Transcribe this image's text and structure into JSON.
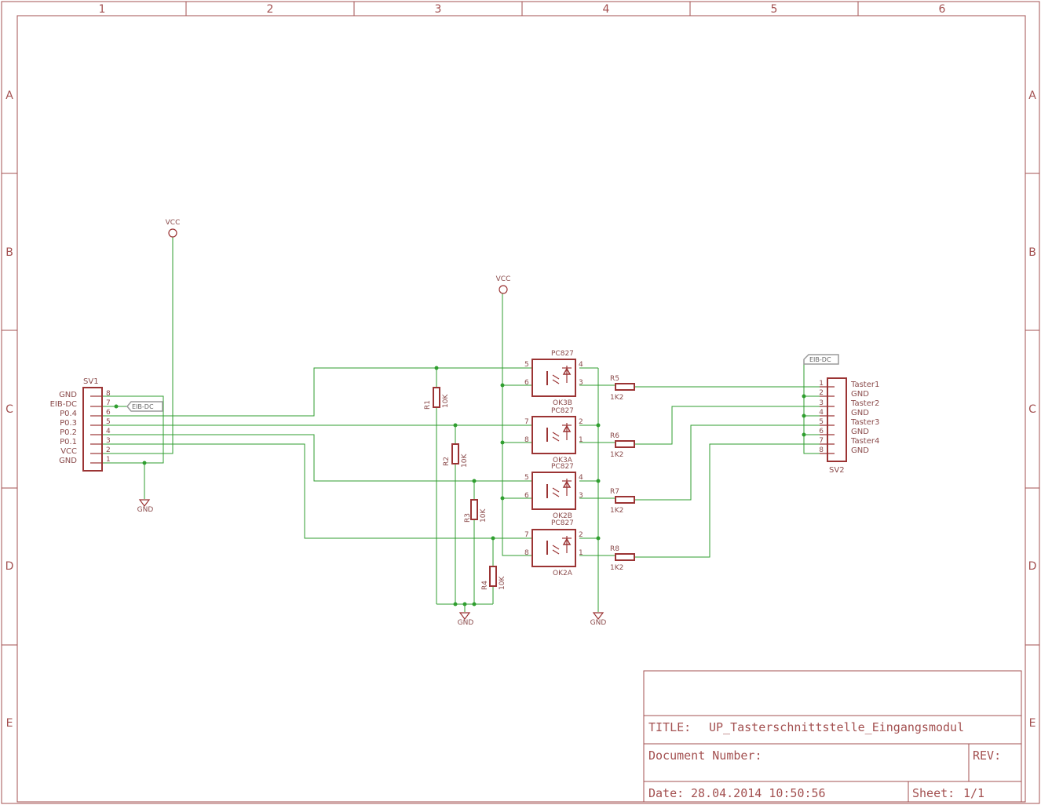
{
  "frame": {
    "columns": [
      "1",
      "2",
      "3",
      "4",
      "5",
      "6"
    ],
    "rows": [
      "A",
      "B",
      "C",
      "D",
      "E"
    ]
  },
  "supplies": {
    "vcc": "VCC",
    "gnd": "GND"
  },
  "sv1": {
    "name": "SV1",
    "pins": [
      {
        "num": "8",
        "label": "GND"
      },
      {
        "num": "7",
        "label": "EIB-DC"
      },
      {
        "num": "6",
        "label": "P0.4"
      },
      {
        "num": "5",
        "label": "P0.3"
      },
      {
        "num": "4",
        "label": "P0.2"
      },
      {
        "num": "3",
        "label": "P0.1"
      },
      {
        "num": "2",
        "label": "VCC"
      },
      {
        "num": "1",
        "label": "GND"
      }
    ],
    "flag": "EIB-DC"
  },
  "sv2": {
    "name": "SV2",
    "pins": [
      {
        "num": "1",
        "label": "Taster1"
      },
      {
        "num": "2",
        "label": "GND"
      },
      {
        "num": "3",
        "label": "Taster2"
      },
      {
        "num": "4",
        "label": "GND"
      },
      {
        "num": "5",
        "label": "Taster3"
      },
      {
        "num": "6",
        "label": "GND"
      },
      {
        "num": "7",
        "label": "Taster4"
      },
      {
        "num": "8",
        "label": "GND"
      }
    ],
    "flag": "EIB-DC"
  },
  "optos": [
    {
      "type": "PC827",
      "name": "OK3B",
      "p_an": "5",
      "p_cat": "6",
      "p_col": "4",
      "p_emi": "3"
    },
    {
      "type": "PC827",
      "name": "OK3A",
      "p_an": "7",
      "p_cat": "8",
      "p_col": "2",
      "p_emi": "1"
    },
    {
      "type": "PC827",
      "name": "OK2B",
      "p_an": "5",
      "p_cat": "6",
      "p_col": "4",
      "p_emi": "3"
    },
    {
      "type": "PC827",
      "name": "OK2A",
      "p_an": "7",
      "p_cat": "8",
      "p_col": "2",
      "p_emi": "1"
    }
  ],
  "pulldowns": [
    {
      "name": "R1",
      "value": "10K"
    },
    {
      "name": "R2",
      "value": "10K"
    },
    {
      "name": "R3",
      "value": "10K"
    },
    {
      "name": "R4",
      "value": "10K"
    }
  ],
  "series_resistors": [
    {
      "name": "R5",
      "value": "1K2"
    },
    {
      "name": "R6",
      "value": "1K2"
    },
    {
      "name": "R7",
      "value": "1K2"
    },
    {
      "name": "R8",
      "value": "1K2"
    }
  ],
  "title_block": {
    "title_label": "TITLE:",
    "title": "UP_Tasterschnittstelle_Eingangsmodul",
    "doc_label": "Document Number:",
    "rev_label": "REV:",
    "date_label": "Date:",
    "date": "28.04.2014 10:50:56",
    "sheet_label": "Sheet:",
    "sheet": "1/1"
  },
  "colors": {
    "frame": "#a35050",
    "symbol": "#9b3434",
    "net": "#2f9e2f",
    "label_flag": "#9a9a9a"
  }
}
